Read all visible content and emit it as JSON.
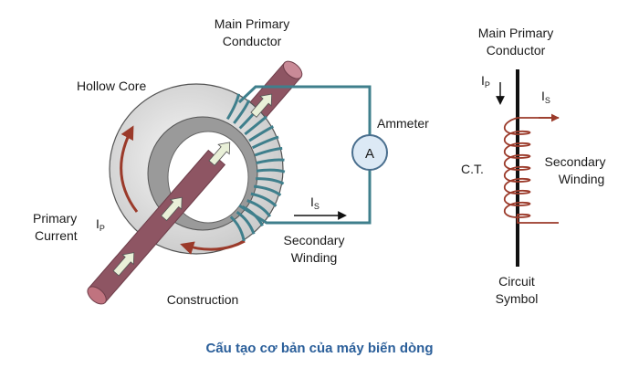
{
  "construction": {
    "main_primary_conductor": [
      "Main Primary",
      "Conductor"
    ],
    "hollow_core": "Hollow Core",
    "ammeter": "Ammeter",
    "ammeter_symbol": "A",
    "primary_current": [
      "Primary",
      "Current"
    ],
    "ip": {
      "main": "I",
      "sub": "P"
    },
    "is": {
      "main": "I",
      "sub": "S"
    },
    "secondary_winding": [
      "Secondary",
      "Winding"
    ],
    "title": "Construction"
  },
  "symbol": {
    "main_primary_conductor": [
      "Main Primary",
      "Conductor"
    ],
    "ip": {
      "main": "I",
      "sub": "P"
    },
    "is": {
      "main": "I",
      "sub": "S"
    },
    "ct": "C.T.",
    "secondary_winding": [
      "Secondary",
      "Winding"
    ],
    "circuit_symbol": [
      "Circuit",
      "Symbol"
    ]
  },
  "caption": "Cấu tạo cơ bản của máy biến dòng",
  "colors": {
    "core_outer": "#e6e6e6",
    "core_inner": "#9a9a9a",
    "conductor": "#c98a97",
    "winding": "#3f7f8c",
    "arrow_red": "#9b3a2a",
    "ammeter_fill": "#dce9f5",
    "caption": "#2b5f9a"
  }
}
